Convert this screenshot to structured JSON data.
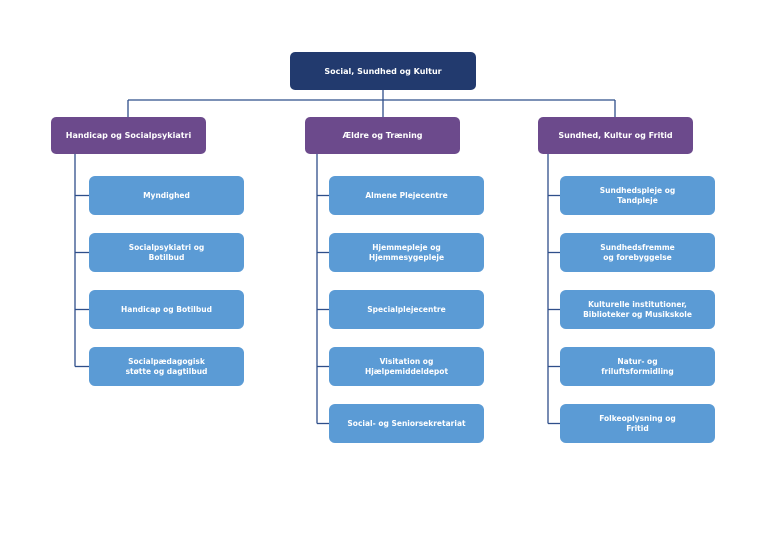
{
  "root": {
    "label": "Social, Sundhed og Kultur"
  },
  "departments": [
    {
      "label": "Handicap og Socialpsykiatri",
      "units": [
        "Myndighed",
        "Socialpsykiatri og\nBotilbud",
        "Handicap og Botilbud",
        "Socialpædagogisk\nstøtte og dagtilbud"
      ]
    },
    {
      "label": "Ældre og Træning",
      "units": [
        "Almene Plejecentre",
        "Hjemmepleje og\nHjemmesygepleje",
        "Specialplejecentre",
        "Visitation og\nHjælpemiddeldepot",
        "Social- og Seniorsekretariat"
      ]
    },
    {
      "label": "Sundhed, Kultur og Fritid",
      "units": [
        "Sundhedspleje og\nTandpleje",
        "Sundhedsfremme\nog forebyggelse",
        "Kulturelle institutioner,\nBiblioteker og Musikskole",
        "Natur- og\nfriluftsformidling",
        "Folkeoplysning og\nFritid"
      ]
    }
  ],
  "colors": {
    "root": "#223a6e",
    "department": "#6c4a8c",
    "unit": "#5b9bd5",
    "line": "#2f4f8a"
  }
}
